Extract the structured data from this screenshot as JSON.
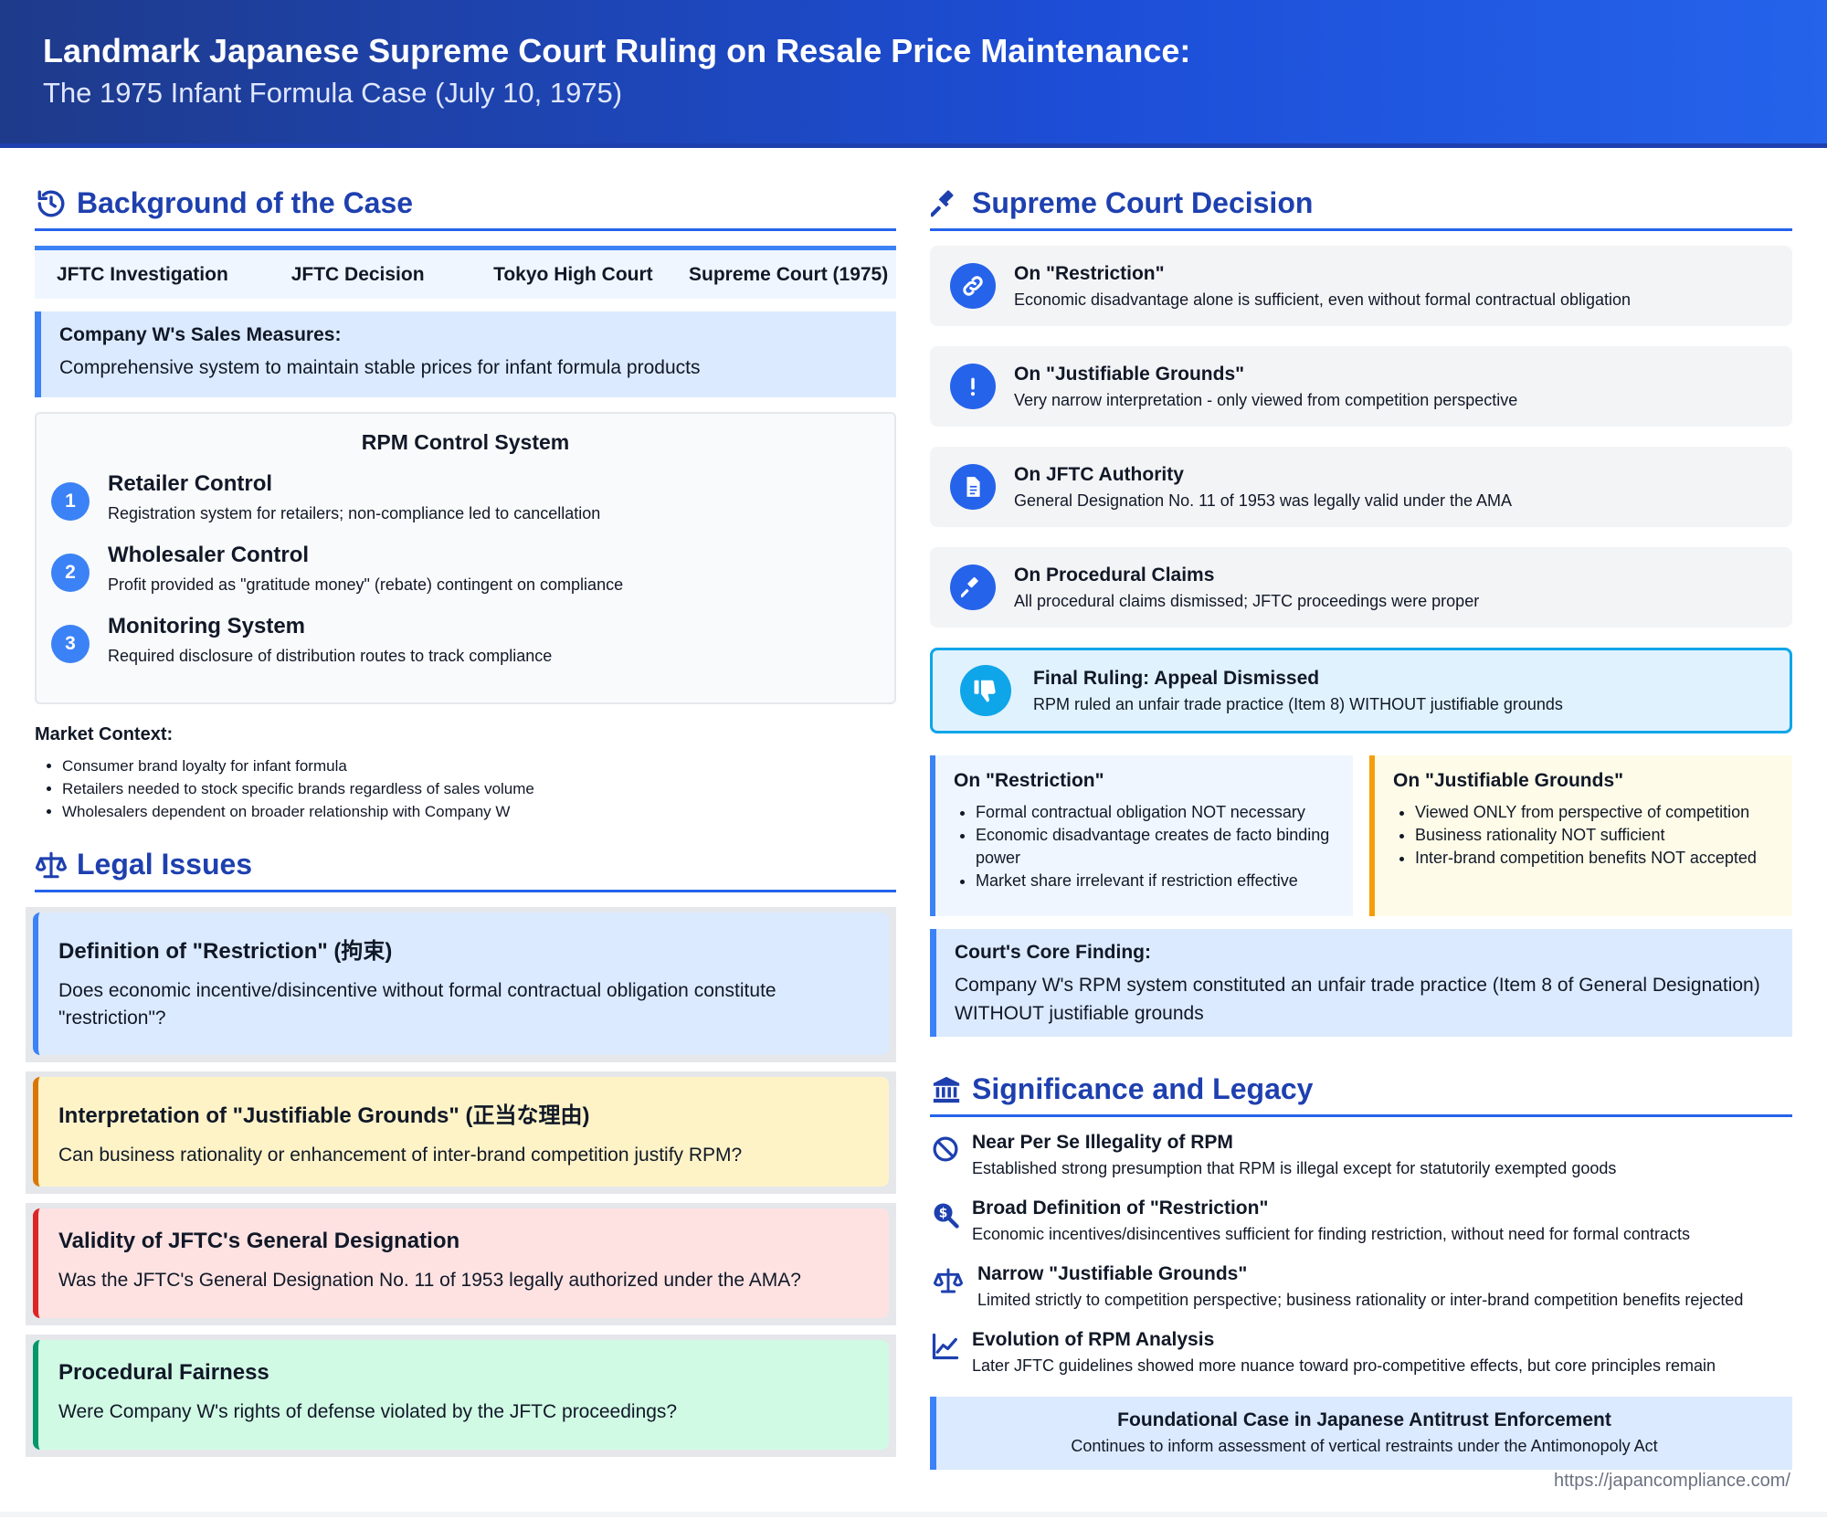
{
  "header": {
    "title": "Landmark Japanese Supreme Court Ruling on Resale Price Maintenance:",
    "subtitle": "The 1975 Infant Formula Case (July 10, 1975)"
  },
  "background": {
    "title": "Background of the Case",
    "tabs": [
      "JFTC Investigation",
      "JFTC Decision",
      "Tokyo High Court",
      "Supreme Court (1975)"
    ],
    "sales": {
      "heading": "Company W's Sales Measures:",
      "text": "Comprehensive system to maintain stable prices for infant formula products"
    },
    "rpm": {
      "title": "RPM Control System",
      "items": [
        {
          "num": "1",
          "heading": "Retailer Control",
          "text": "Registration system for retailers; non-compliance led to cancellation"
        },
        {
          "num": "2",
          "heading": "Wholesaler Control",
          "text": "Profit provided as \"gratitude money\" (rebate) contingent on compliance"
        },
        {
          "num": "3",
          "heading": "Monitoring System",
          "text": "Required disclosure of distribution routes to track compliance"
        }
      ]
    },
    "market": {
      "heading": "Market Context:",
      "items": [
        "Consumer brand loyalty for infant formula",
        "Retailers needed to stock specific brands regardless of sales volume",
        "Wholesalers dependent on broader relationship with Company W"
      ]
    }
  },
  "legal": {
    "title": "Legal Issues",
    "issues": [
      {
        "heading": "Definition of \"Restriction\" (拘束)",
        "text": "Does economic incentive/disincentive without formal contractual obligation constitute \"restriction\"?"
      },
      {
        "heading": "Interpretation of \"Justifiable Grounds\" (正当な理由)",
        "text": "Can business rationality or enhancement of inter-brand competition justify RPM?"
      },
      {
        "heading": "Validity of JFTC's General Designation",
        "text": "Was the JFTC's General Designation No. 11 of 1953 legally authorized under the AMA?"
      },
      {
        "heading": "Procedural Fairness",
        "text": "Were Company W's rights of defense violated by the JFTC proceedings?"
      }
    ]
  },
  "decision": {
    "title": "Supreme Court Decision",
    "items": [
      {
        "icon": "link-icon",
        "heading": "On \"Restriction\"",
        "text": "Economic disadvantage alone is sufficient, even without formal contractual obligation"
      },
      {
        "icon": "exclamation-icon",
        "heading": "On \"Justifiable Grounds\"",
        "text": "Very narrow interpretation - only viewed from competition perspective"
      },
      {
        "icon": "document-icon",
        "heading": "On JFTC Authority",
        "text": "General Designation No. 11 of 1953 was legally valid under the AMA"
      },
      {
        "icon": "gavel-icon",
        "heading": "On Procedural Claims",
        "text": "All procedural claims dismissed; JFTC proceedings were proper"
      }
    ],
    "final": {
      "heading": "Final Ruling: Appeal Dismissed",
      "text": "RPM ruled an unfair trade practice (Item 8) WITHOUT justifiable grounds"
    },
    "restriction": {
      "heading": "On \"Restriction\"",
      "items": [
        "Formal contractual obligation NOT necessary",
        "Economic disadvantage creates de facto binding power",
        "Market share irrelevant if restriction effective"
      ]
    },
    "justifiable": {
      "heading": "On \"Justifiable Grounds\"",
      "items": [
        "Viewed ONLY from perspective of competition",
        "Business rationality NOT sufficient",
        "Inter-brand competition benefits NOT accepted"
      ]
    },
    "core": {
      "heading": "Court's Core Finding:",
      "text": "Company W's RPM system constituted an unfair trade practice (Item 8 of General Designation) WITHOUT justifiable grounds"
    }
  },
  "significance": {
    "title": "Significance and Legacy",
    "items": [
      {
        "icon": "ban-icon",
        "heading": "Near Per Se Illegality of RPM",
        "text": "Established strong presumption that RPM is illegal except for statutorily exempted goods"
      },
      {
        "icon": "search-dollar-icon",
        "heading": "Broad Definition of \"Restriction\"",
        "text": "Economic incentives/disincentives sufficient for finding restriction, without need for formal contracts"
      },
      {
        "icon": "scales-icon",
        "heading": "Narrow \"Justifiable Grounds\"",
        "text": "Limited strictly to competition perspective; business rationality or inter-brand competition benefits rejected"
      },
      {
        "icon": "chart-line-icon",
        "heading": "Evolution of RPM Analysis",
        "text": "Later JFTC guidelines showed more nuance toward pro-competitive effects, but core principles remain"
      }
    ],
    "foundational": {
      "heading": "Foundational Case in Japanese Antitrust Enforcement",
      "text": "Continues to inform assessment of vertical restraints under the Antimonopoly Act"
    }
  },
  "footer": {
    "url": "https://japancompliance.com/"
  },
  "colors": {
    "accent": "#1e40af",
    "primary": "#2563eb",
    "final": "#0ea5e9"
  }
}
